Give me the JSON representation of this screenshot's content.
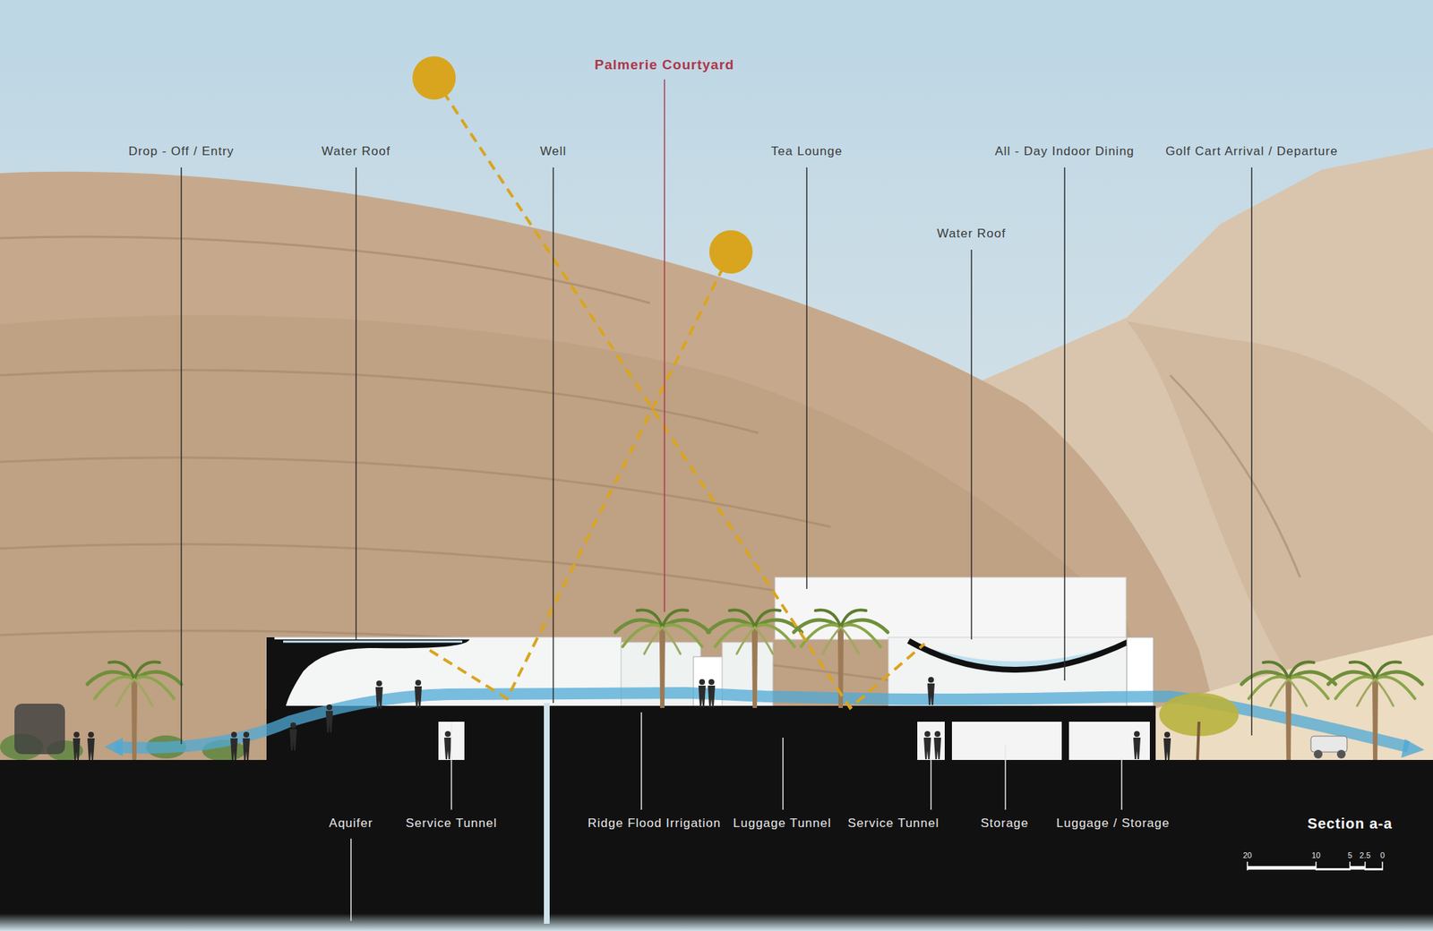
{
  "diagram": {
    "title": "Section a-a",
    "labels": [
      "Palmerie Courtyard",
      "Drop - Off / Entry",
      "Water Roof",
      "Well",
      "Tea Lounge",
      "All - Day Indoor Dining",
      "Golf Cart Arrival / Departure",
      "Water Roof",
      "Aquifer",
      "Service Tunnel",
      "Ridge Flood Irrigation",
      "Luggage Tunnel",
      "Service Tunnel",
      "Storage",
      "Luggage / Storage",
      "20",
      "10",
      "5",
      "2.5",
      "0"
    ]
  }
}
